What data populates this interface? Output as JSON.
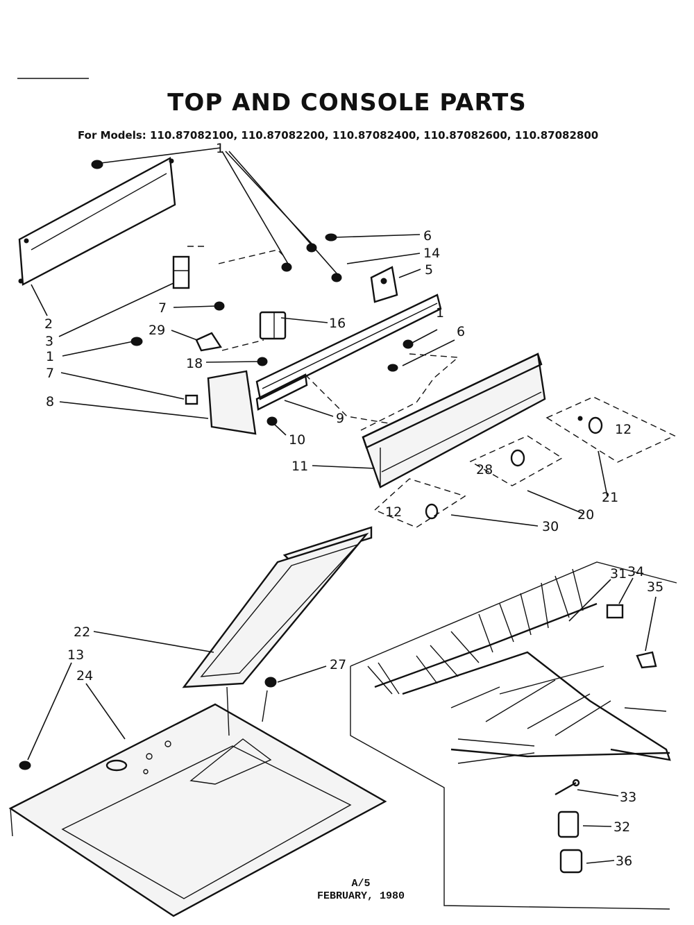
{
  "page": {
    "title": "TOP AND CONSOLE PARTS",
    "subtitle": "For Models: 110.87082100, 110.87082200, 110.87082400, 110.87082600, 110.87082800",
    "footer_code": "A/5",
    "footer_date": "FEBRUARY, 1980"
  },
  "callouts": {
    "c1a": "1",
    "c6a": "6",
    "c14": "14",
    "c5": "5",
    "c2": "2",
    "c3": "3",
    "c7a": "7",
    "c16": "16",
    "c29": "29",
    "c1b": "1",
    "c6b": "6",
    "c1c": "1",
    "c18": "18",
    "c7b": "7",
    "c8": "8",
    "c9": "9",
    "c10": "10",
    "c12a": "12",
    "c11": "11",
    "c28": "28",
    "c20": "20",
    "c21": "21",
    "c12b": "12",
    "c30": "30",
    "c31": "31",
    "c34": "34",
    "c35": "35",
    "c22": "22",
    "c13": "13",
    "c27": "27",
    "c24": "24",
    "c33": "33",
    "c32": "32",
    "c36": "36"
  }
}
